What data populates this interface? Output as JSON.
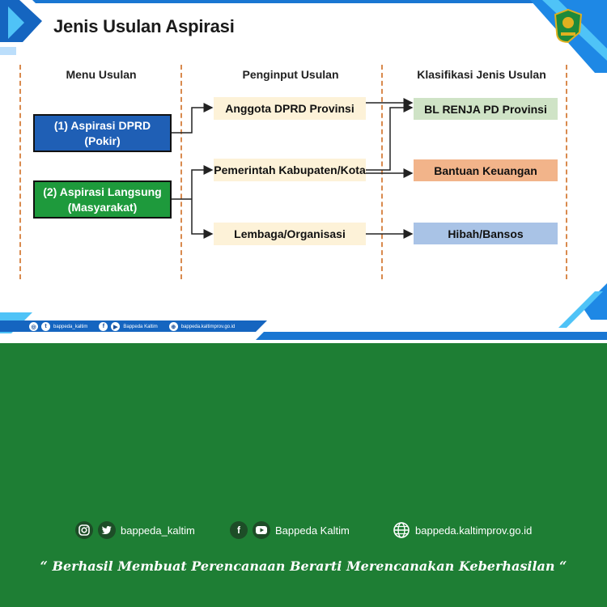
{
  "slide": {
    "title": "Jenis Usulan Aspirasi",
    "logo_icon": "kaltim-crest-icon"
  },
  "columns": {
    "menu": "Menu Usulan",
    "input": "Penginput Usulan",
    "classification": "Klasifikasi Jenis Usulan"
  },
  "menu_items": [
    {
      "line1": "(1) Aspirasi DPRD",
      "line2": "(Pokir)",
      "color": "#1f5fb5"
    },
    {
      "line1": "(2) Aspirasi Langsung",
      "line2": "(Masyarakat)",
      "color": "#1e9a3c"
    }
  ],
  "inputs": [
    {
      "label": "Anggota DPRD Provinsi"
    },
    {
      "label": "Pemerintah Kabupaten/Kota"
    },
    {
      "label": "Lembaga/Organisasi"
    }
  ],
  "classifications": [
    {
      "label": "BL RENJA PD Provinsi",
      "color": "#cfe3c6"
    },
    {
      "label": "Bantuan Keuangan",
      "color": "#f2b48a"
    },
    {
      "label": "Hibah/Bansos",
      "color": "#a9c3e6"
    }
  ],
  "slide_footer": {
    "social": "bappeda_kaltim",
    "facebook": "Bappeda Kaltim",
    "web": "bappeda.kaltimprov.go.id"
  },
  "footer": {
    "social": "bappeda_kaltim",
    "facebook": "Bappeda Kaltim",
    "web": "bappeda.kaltimprov.go.id",
    "icons": [
      "instagram-icon",
      "twitter-icon",
      "facebook-icon",
      "youtube-icon",
      "globe-icon"
    ],
    "quote": "“ Berhasil  Membuat Perencanaan Berarti Merencanakan Keberhasilan “"
  },
  "colors": {
    "background_green": "#1e7e34",
    "accent_blue": "#1a73c9",
    "dash_orange": "#d98a4e",
    "input_fill": "#fdf2d8"
  }
}
